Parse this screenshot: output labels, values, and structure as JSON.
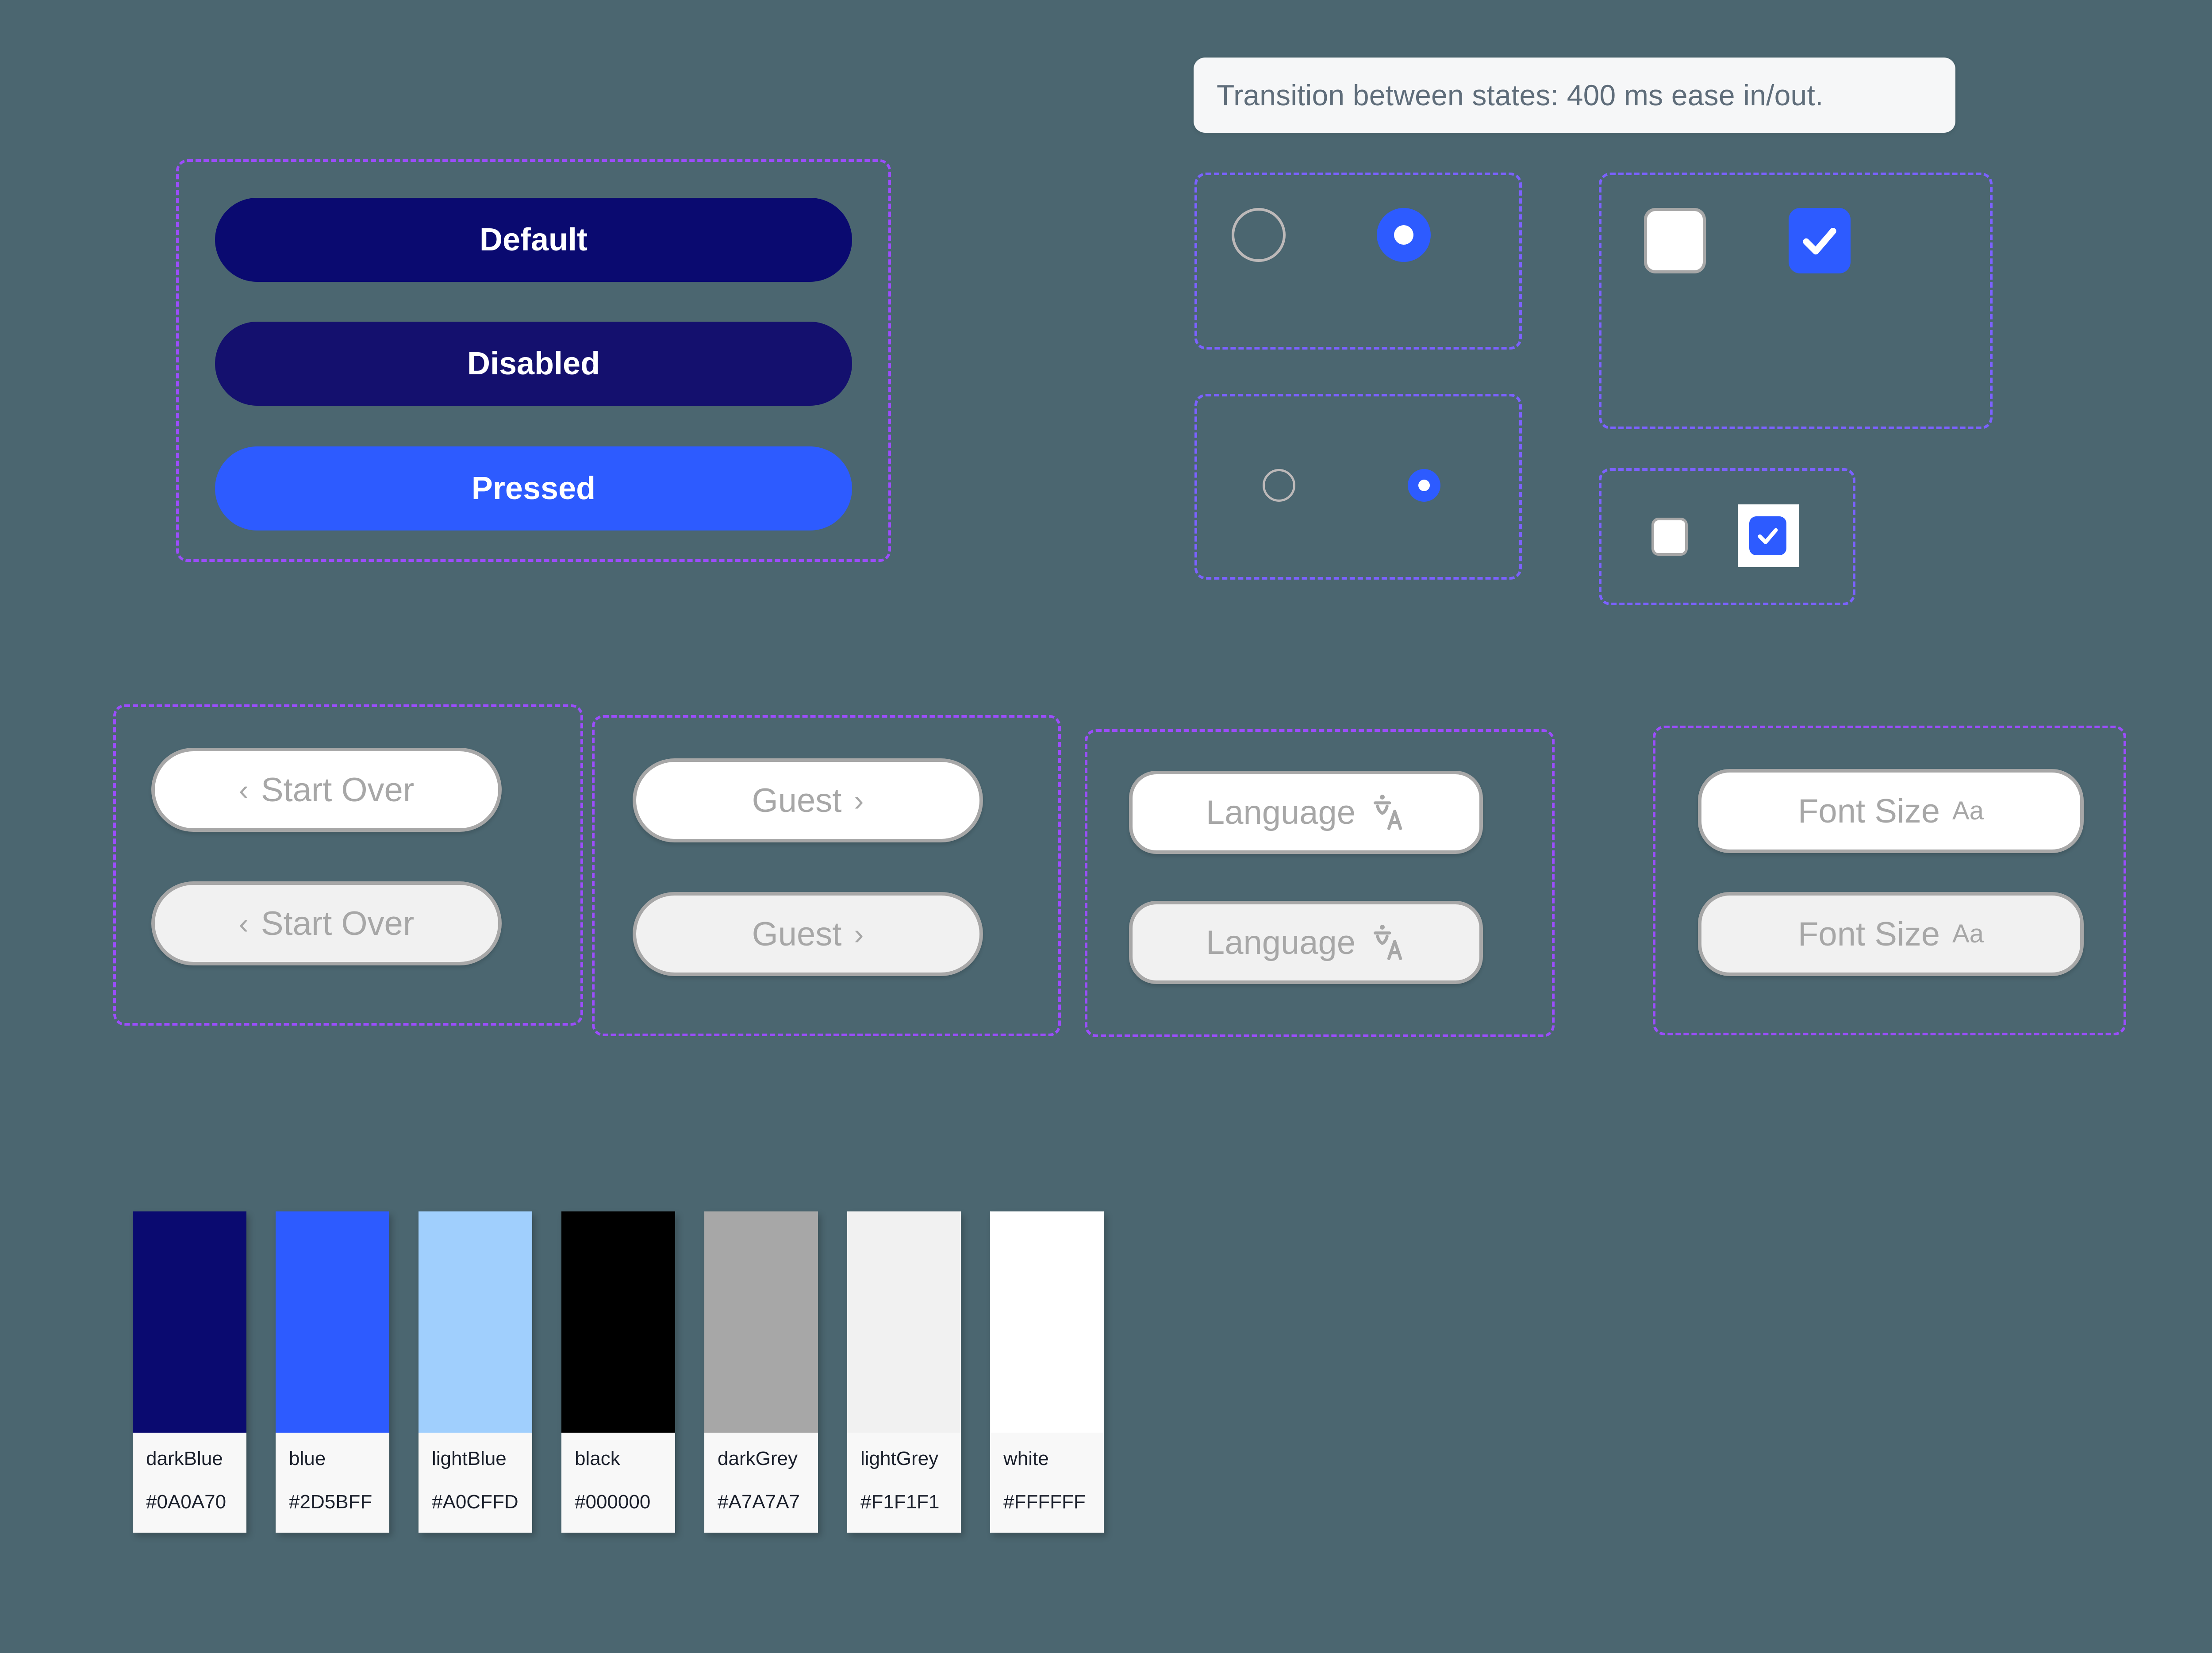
{
  "canvas": {
    "background": "#4B6670"
  },
  "note": {
    "text": "Transition between states: 400 ms ease in/out."
  },
  "buttons": {
    "frame_color": "#9B4DFB",
    "items": [
      {
        "label": "Default",
        "bg": "#0A0A70",
        "text_color": "#FFFFFF"
      },
      {
        "label": "Disabled",
        "bg": "#14106E",
        "text_color": "#FFFFFF"
      },
      {
        "label": "Pressed",
        "bg": "#2D5BFF",
        "text_color": "#FFFFFF"
      }
    ]
  },
  "radios": {
    "frame_color": "#7B61FF",
    "large": {
      "unselected_border": "#BDB9B9",
      "selected_fill": "#2D5BFF",
      "dot_color": "#FFFFFF"
    },
    "small": {
      "unselected_border": "#BDB9B9",
      "selected_fill": "#2D5BFF",
      "dot_color": "#FFFFFF"
    }
  },
  "checkboxes": {
    "frame_color": "#7B61FF",
    "large": {
      "unchecked_bg": "#FFFFFF",
      "unchecked_border": "#A7A7A7",
      "checked_fill": "#2D5BFF",
      "check_color": "#FFFFFF"
    },
    "small": {
      "unchecked_bg": "#FFFFFF",
      "unchecked_border": "#A7A7A7",
      "checked_fill": "#2D5BFF",
      "check_color": "#FFFFFF",
      "halo_bg": "#FFFFFF"
    }
  },
  "pills": {
    "frame_color": "#9B4DFB",
    "border_color": "#A7A7A7",
    "text_color": "#A7A7A7",
    "rest_bg": "#FFFFFF",
    "pressed_bg": "#F1F1F1",
    "groups": [
      {
        "name": "start-over",
        "label": "Start Over",
        "leading_icon": "chevron-left-icon",
        "leading_glyph": "‹",
        "trailing_icon": "",
        "trailing_glyph": ""
      },
      {
        "name": "guest",
        "label": "Guest",
        "leading_icon": "",
        "leading_glyph": "",
        "trailing_icon": "chevron-right-icon",
        "trailing_glyph": "›"
      },
      {
        "name": "language",
        "label": "Language",
        "leading_icon": "",
        "leading_glyph": "",
        "trailing_icon": "translate-icon",
        "trailing_glyph": ""
      },
      {
        "name": "font-size",
        "label": "Font Size",
        "leading_icon": "",
        "leading_glyph": "",
        "trailing_icon": "font-size-icon",
        "trailing_glyph": "Aa"
      }
    ]
  },
  "palette": [
    {
      "name": "darkBlue",
      "hex": "#0A0A70"
    },
    {
      "name": "blue",
      "hex": "#2D5BFF"
    },
    {
      "name": "lightBlue",
      "hex": "#A0CFFD"
    },
    {
      "name": "black",
      "hex": "#000000"
    },
    {
      "name": "darkGrey",
      "hex": "#A7A7A7"
    },
    {
      "name": "lightGrey",
      "hex": "#F1F1F1"
    },
    {
      "name": "white",
      "hex": "#FFFFFF"
    }
  ]
}
